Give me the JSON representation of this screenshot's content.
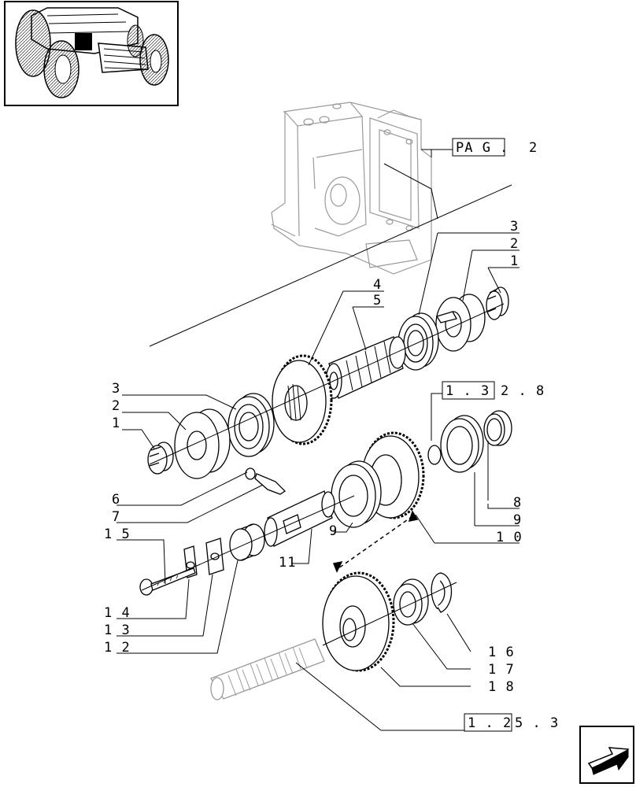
{
  "labels": {
    "l1a": "1",
    "l2a": "2",
    "l3a": "3",
    "l4": "4",
    "l5": "5",
    "l3b": "3",
    "l2b": "2",
    "l1b": "1",
    "l6": "6",
    "l7": "7",
    "l8": "8",
    "l9a": "9",
    "l10": "1 0",
    "l9b": "9",
    "l11": "11",
    "l15": "1 5",
    "l14": "1 4",
    "l13": "1 3",
    "l12": "1 2",
    "l16": "1 6",
    "l17": "1 7",
    "l18": "1 8"
  },
  "refs": {
    "pag": {
      "boxed": "PA G .",
      "rest": "2"
    },
    "r132": {
      "boxed": "1 . 3",
      "rest": "2 . 8"
    },
    "r125": {
      "boxed": "1 . 2",
      "rest": "5 . 3"
    }
  },
  "icons": {
    "thumbnail": "tractor-thumbnail-icon",
    "next": "next-page-arrow-icon"
  }
}
